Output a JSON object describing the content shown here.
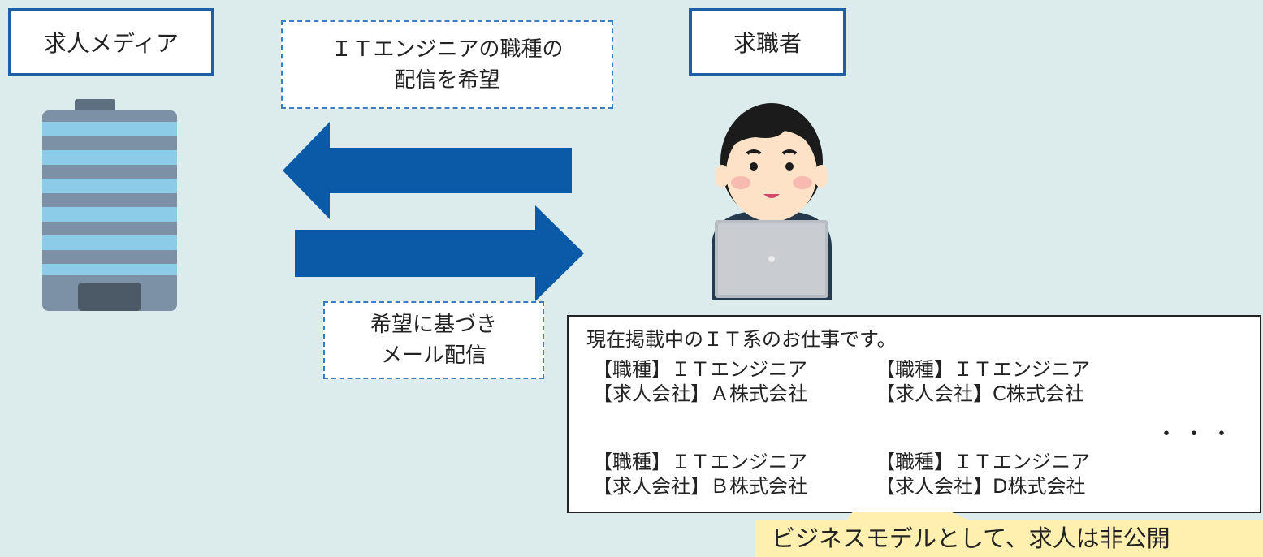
{
  "nodes": {
    "media": {
      "label": "求人メディア"
    },
    "seeker": {
      "label": "求職者"
    }
  },
  "request_note": {
    "line1": "ＩＴエンジニアの職種の",
    "line2": "配信を希望"
  },
  "delivery_note": {
    "line1": "希望に基づき",
    "line2": "メール配信"
  },
  "jobs_message": {
    "heading": "現在掲載中のＩＴ系のお仕事です。",
    "cards": [
      {
        "role": "【職種】ＩＴエンジニア",
        "company": "【求人会社】Ａ株式会社"
      },
      {
        "role": "【職種】ＩＴエンジニア",
        "company": "【求人会社】C株式会社"
      },
      {
        "role": "【職種】ＩＴエンジニア",
        "company": "【求人会社】Ｂ株式会社"
      },
      {
        "role": "【職種】ＩＴエンジニア",
        "company": "【求人会社】D株式会社"
      }
    ],
    "ellipsis": "・・・"
  },
  "footer_note": "ビジネスモデルとして、求人は非公開",
  "colors": {
    "background": "#dcecec",
    "box_border": "#1f5fa8",
    "arrow": "#0a5aa8",
    "note_highlight": "#fff0b0"
  }
}
